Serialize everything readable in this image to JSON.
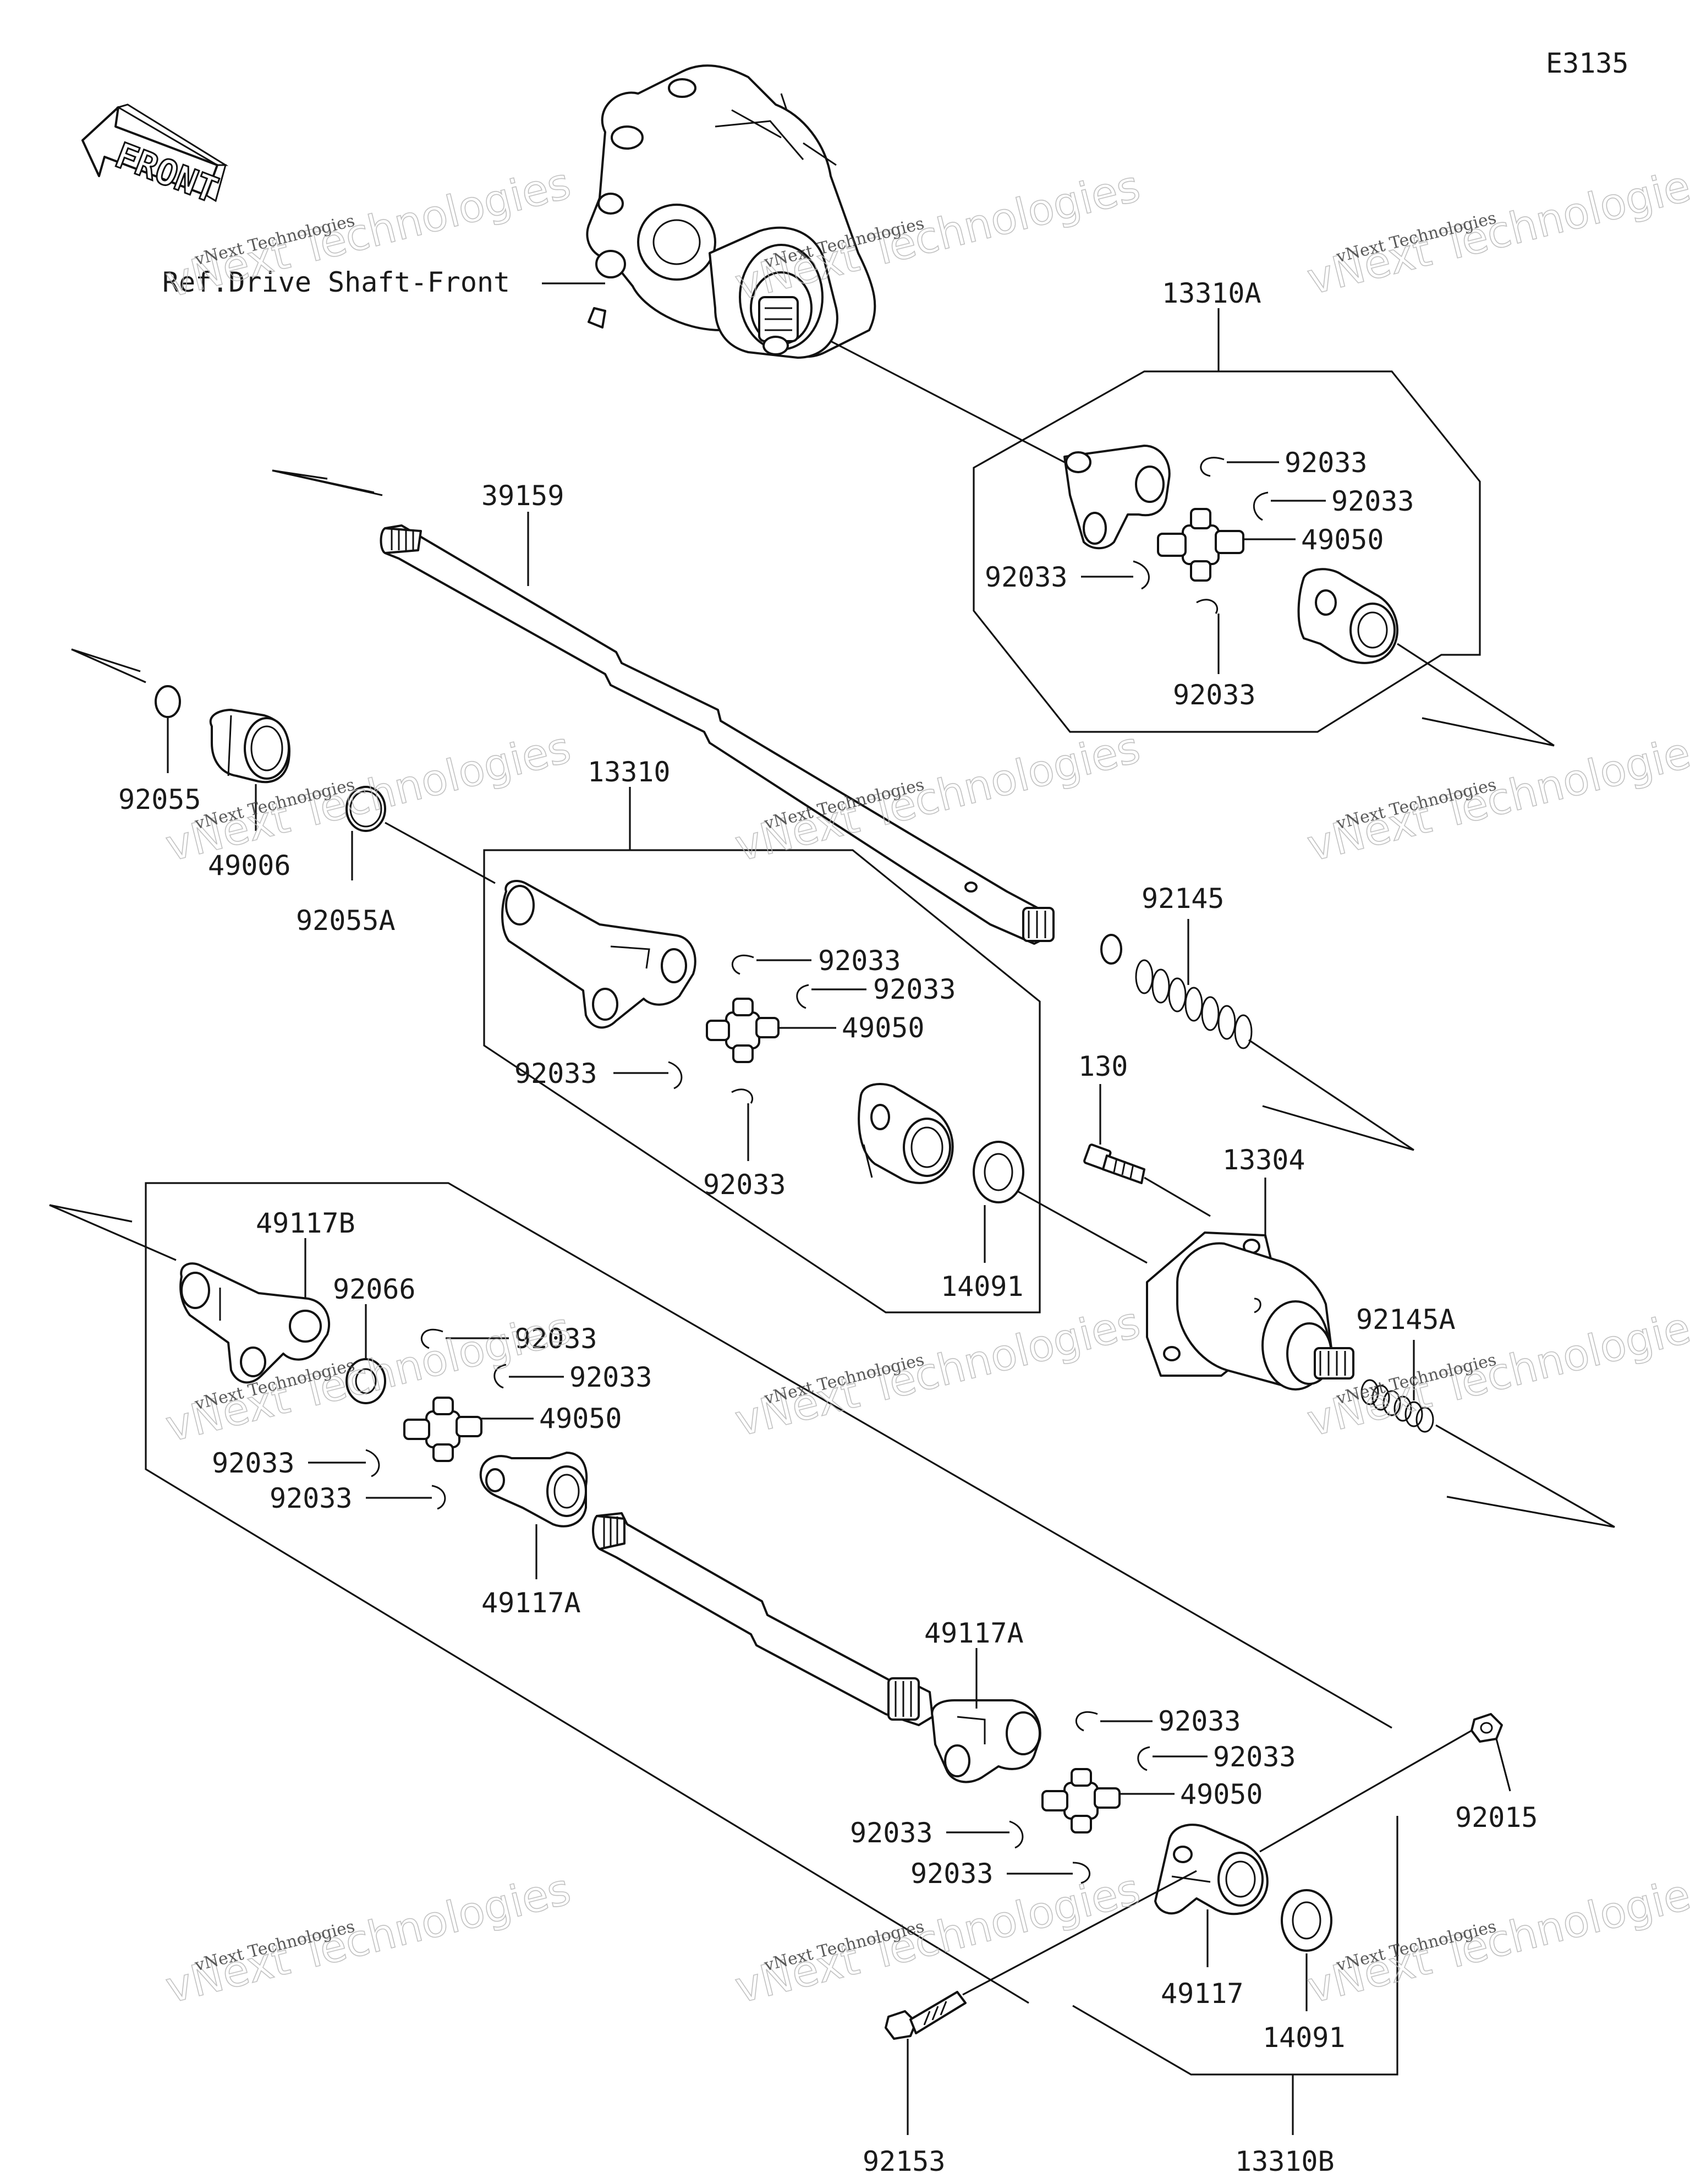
{
  "diagram_code": "E3135",
  "front_arrow_label": "FRONT",
  "reference_label": "Ref.Drive Shaft-Front",
  "watermark": {
    "small": "vNext Technologies",
    "large": "vNext Technologies"
  },
  "callouts": {
    "c_13310A": "13310A",
    "c_39159": "39159",
    "c_92055": "92055",
    "c_49006": "49006",
    "c_92055A": "92055A",
    "c_13310": "13310",
    "c_92145": "92145",
    "c_130": "130",
    "c_13304": "13304",
    "c_14091_top": "14091",
    "c_92145A": "92145A",
    "c_49117B": "49117B",
    "c_92066": "92066",
    "c_49117A_left": "49117A",
    "c_49117A_mid": "49117A",
    "c_92015": "92015",
    "c_49117": "49117",
    "c_14091_bot": "14091",
    "c_92153": "92153",
    "c_13310B": "13310B",
    "c_92033_a1": "92033",
    "c_92033_a2": "92033",
    "c_92033_a3": "92033",
    "c_92033_a4": "92033",
    "c_49050_a": "49050",
    "c_92033_b1": "92033",
    "c_92033_b2": "92033",
    "c_92033_b3": "92033",
    "c_92033_b4": "92033",
    "c_49050_b": "49050",
    "c_92033_c1": "92033",
    "c_92033_c2": "92033",
    "c_92033_c3": "92033",
    "c_92033_c4": "92033",
    "c_49050_c": "49050",
    "c_92033_d1": "92033",
    "c_92033_d2": "92033",
    "c_92033_d3": "92033",
    "c_92033_d4": "92033",
    "c_49050_d": "49050"
  }
}
